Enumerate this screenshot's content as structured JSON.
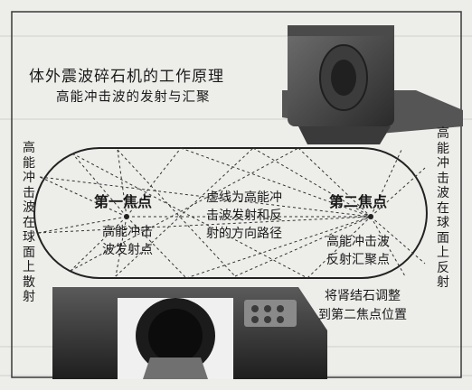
{
  "title": "体外震波碎石机的工作原理",
  "subtitle": "高能冲击波的发射与汇聚",
  "left_vertical": "高能冲击波在球面上散射",
  "right_vertical": "高能冲击波在球面上反射",
  "focus1_title": "第一焦点",
  "focus1_desc": [
    "高能冲击",
    "波发射点"
  ],
  "focus2_title": "第二焦点",
  "focus2_desc": [
    "高能冲击波",
    "反射汇聚点"
  ],
  "path_desc": [
    "虚线为高能冲",
    "击波发射和反",
    "射的方向路径"
  ],
  "move_desc": [
    "将肾结石调整",
    "到第二焦点位置"
  ]
}
